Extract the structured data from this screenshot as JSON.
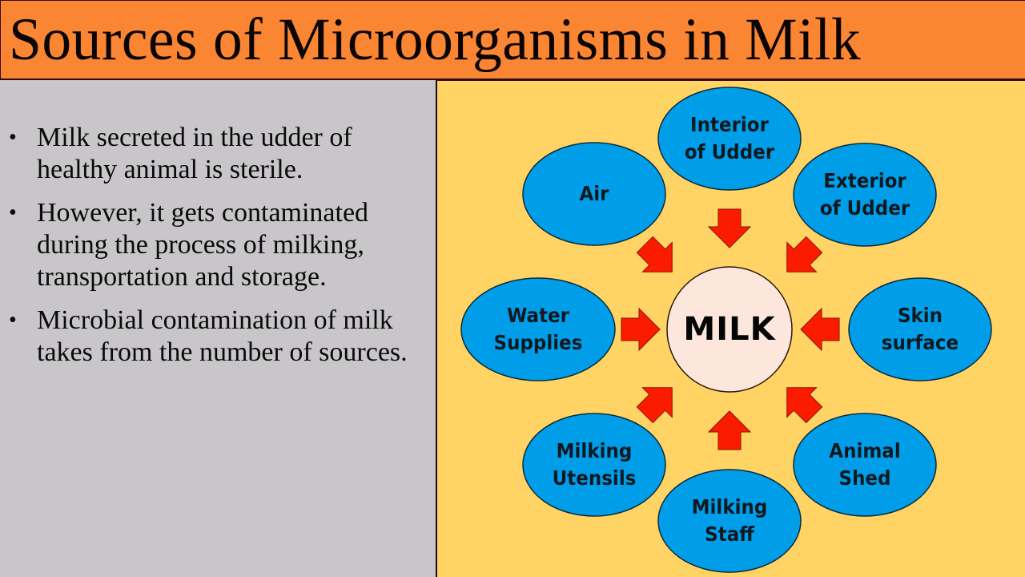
{
  "slide": {
    "title": "Sources of Microorganisms in Milk",
    "colors": {
      "title_bg": "#fa8532",
      "left_bg": "#c8c6c9",
      "diagram_bg": "#ffd465",
      "oval_fill": "#009ee8",
      "center_fill": "#fde6dc",
      "arrow_fill": "#fb1c00"
    }
  },
  "bullets": [
    {
      "bullet_icon": "•",
      "text": "Milk secreted in the udder of healthy animal is sterile."
    },
    {
      "bullet_icon": "•",
      "text": "However, it gets contaminated during the process of milking, transportation and storage."
    },
    {
      "bullet_icon": "•",
      "text": "Microbial contamination of milk takes from the number of sources."
    }
  ],
  "diagram": {
    "center": {
      "label": "MILK"
    },
    "sources": [
      {
        "id": "interior-of-udder",
        "line1": "Interior",
        "line2": "of Udder",
        "position": "top"
      },
      {
        "id": "exterior-of-udder",
        "line1": "Exterior",
        "line2": "of Udder",
        "position": "top-right"
      },
      {
        "id": "skin-surface",
        "line1": "Skin",
        "line2": "surface",
        "position": "right"
      },
      {
        "id": "animal-shed",
        "line1": "Animal",
        "line2": "Shed",
        "position": "bottom-right"
      },
      {
        "id": "milking-staff",
        "line1": "Milking",
        "line2": "Staff",
        "position": "bottom"
      },
      {
        "id": "milking-utensils",
        "line1": "Milking",
        "line2": "Utensils",
        "position": "bottom-left"
      },
      {
        "id": "water-supplies",
        "line1": "Water",
        "line2": "Supplies",
        "position": "left"
      },
      {
        "id": "air",
        "line1": "Air",
        "line2": "",
        "position": "top-left"
      }
    ],
    "arrow_icon": "block-arrow-pointing-to-center"
  }
}
